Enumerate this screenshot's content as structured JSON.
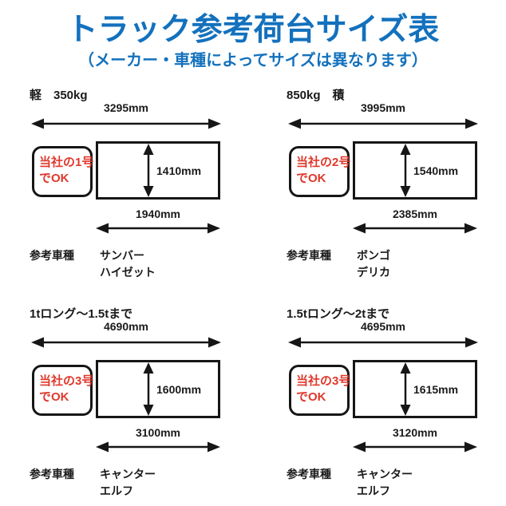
{
  "title": "トラック参考荷台サイズ表",
  "subtitle": "（メーカー・車種によってサイズは異なります）",
  "colors": {
    "heading_blue": "#1371bd",
    "badge_red": "#e0382c",
    "line_black": "#161616"
  },
  "ref_label": "参考車種",
  "panels": [
    {
      "name": "軽　350kg",
      "top_width": "3295mm",
      "bed_height": "1410mm",
      "bottom_width": "1940mm",
      "badge_line1": "当社の1号",
      "badge_line2": "でOK",
      "vehicles": [
        "サンバー",
        "ハイゼット"
      ]
    },
    {
      "name": "850kg　積",
      "top_width": "3995mm",
      "bed_height": "1540mm",
      "bottom_width": "2385mm",
      "badge_line1": "当社の2号",
      "badge_line2": "でOK",
      "vehicles": [
        "ボンゴ",
        "デリカ"
      ]
    },
    {
      "name": "1tロング～1.5tまで",
      "top_width": "4690mm",
      "bed_height": "1600mm",
      "bottom_width": "3100mm",
      "badge_line1": "当社の3号",
      "badge_line2": "でOK",
      "vehicles": [
        "キャンター",
        "エルフ"
      ]
    },
    {
      "name": "1.5tロング～2tまで",
      "top_width": "4695mm",
      "bed_height": "1615mm",
      "bottom_width": "3120mm",
      "badge_line1": "当社の3号",
      "badge_line2": "でOK",
      "vehicles": [
        "キャンター",
        "エルフ"
      ]
    }
  ]
}
